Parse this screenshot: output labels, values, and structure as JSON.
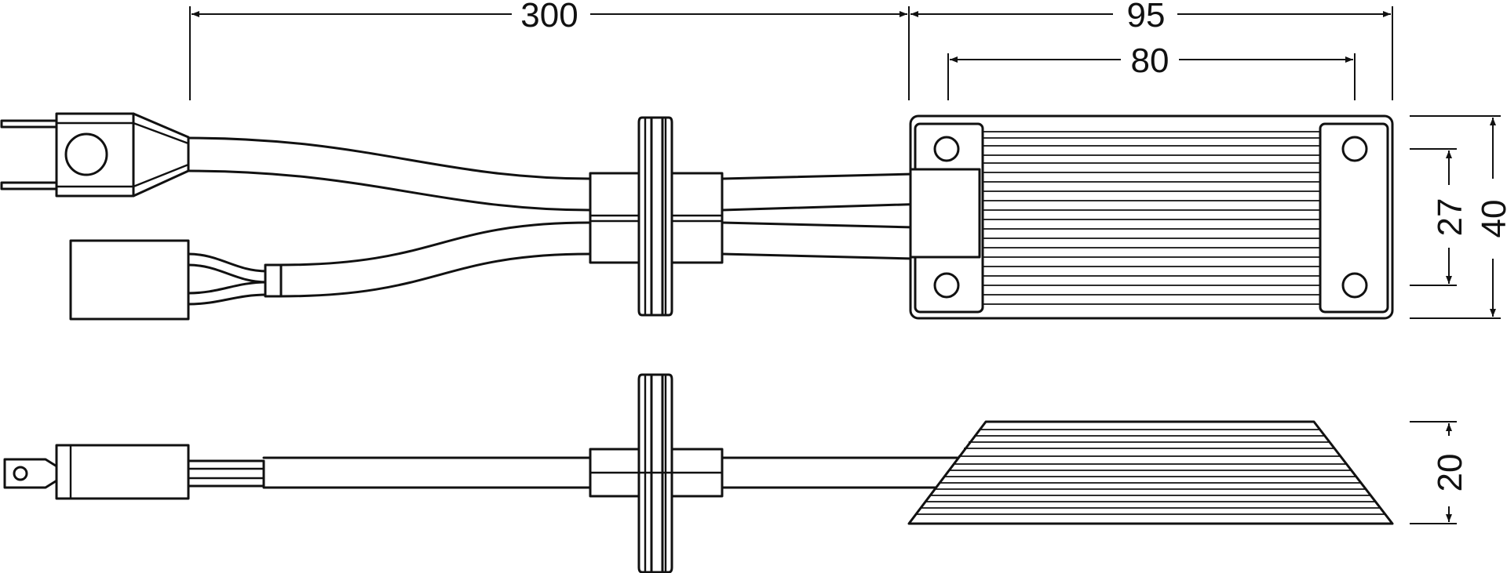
{
  "dimensions": {
    "cable_length": "300",
    "module_length": "95",
    "hole_spacing_length": "80",
    "hole_spacing_width": "27",
    "module_width": "40",
    "module_height": "20"
  },
  "colors": {
    "line": "#111111",
    "background": "#ffffff"
  }
}
